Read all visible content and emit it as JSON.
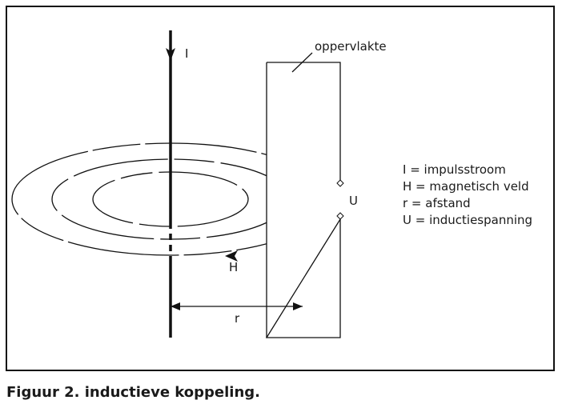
{
  "labels": {
    "current": "I",
    "surface": "oppervlakte",
    "field": "H",
    "voltage": "U",
    "distance": "r"
  },
  "legend": [
    "I = impulsstroom",
    "H = magnetisch veld",
    "r = afstand",
    "U = inductiespanning"
  ],
  "caption": "Figuur 2. inductieve koppeling."
}
